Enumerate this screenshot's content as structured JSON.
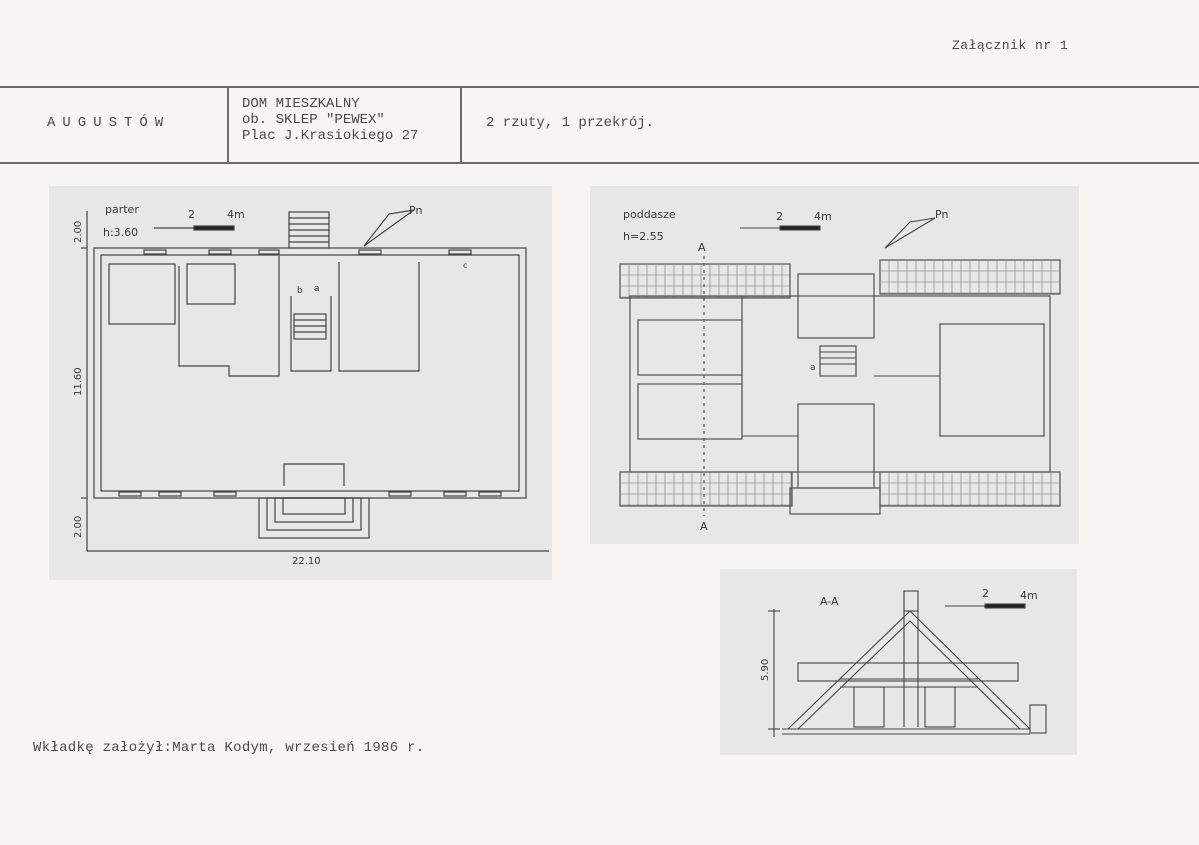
{
  "annex_label": "Załącznik nr 1",
  "header": {
    "town": "AUGUSTÓW",
    "building": {
      "line1": "DOM MIESZKALNY",
      "line2": "ob. SKLEP \"PEWEX\"",
      "line3": "Plac J.Krasiokiego 27"
    },
    "drawings": "2 rzuty, 1 przekrój."
  },
  "plan_ground": {
    "label": "parter",
    "height": "h:3.60",
    "scale_2": "2",
    "scale_4": "4m",
    "dim_top": "2.00",
    "dim_mid": "11.60",
    "dim_bottom": "2.00",
    "dim_width": "22.10",
    "north": "Pn",
    "mark_b": "b",
    "mark_a": "a",
    "mark_c": "c"
  },
  "plan_attic": {
    "label": "poddasze",
    "height": "h=2.55",
    "scale_2": "2",
    "scale_4": "4m",
    "north": "Pn",
    "section_top": "A",
    "section_bottom": "A",
    "mark_a": "a"
  },
  "section": {
    "label": "A-A",
    "scale_2": "2",
    "scale_4": "4m",
    "dim_height": "5.90"
  },
  "footer": "Wkładkę założył:Marta Kodym, wrzesień 1986 r."
}
